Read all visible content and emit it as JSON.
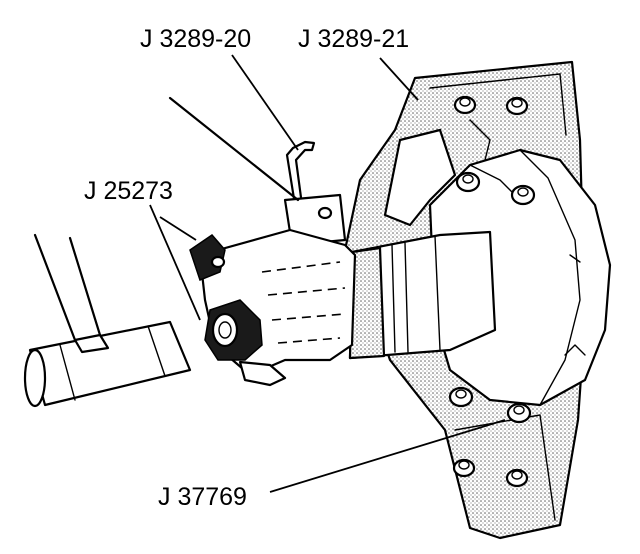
{
  "labels": {
    "slide_hammer": "J 3289-20",
    "holding_fixture": "J 3289-21",
    "socket_tool": "J 25273",
    "bolt_tool": "J 37769"
  }
}
